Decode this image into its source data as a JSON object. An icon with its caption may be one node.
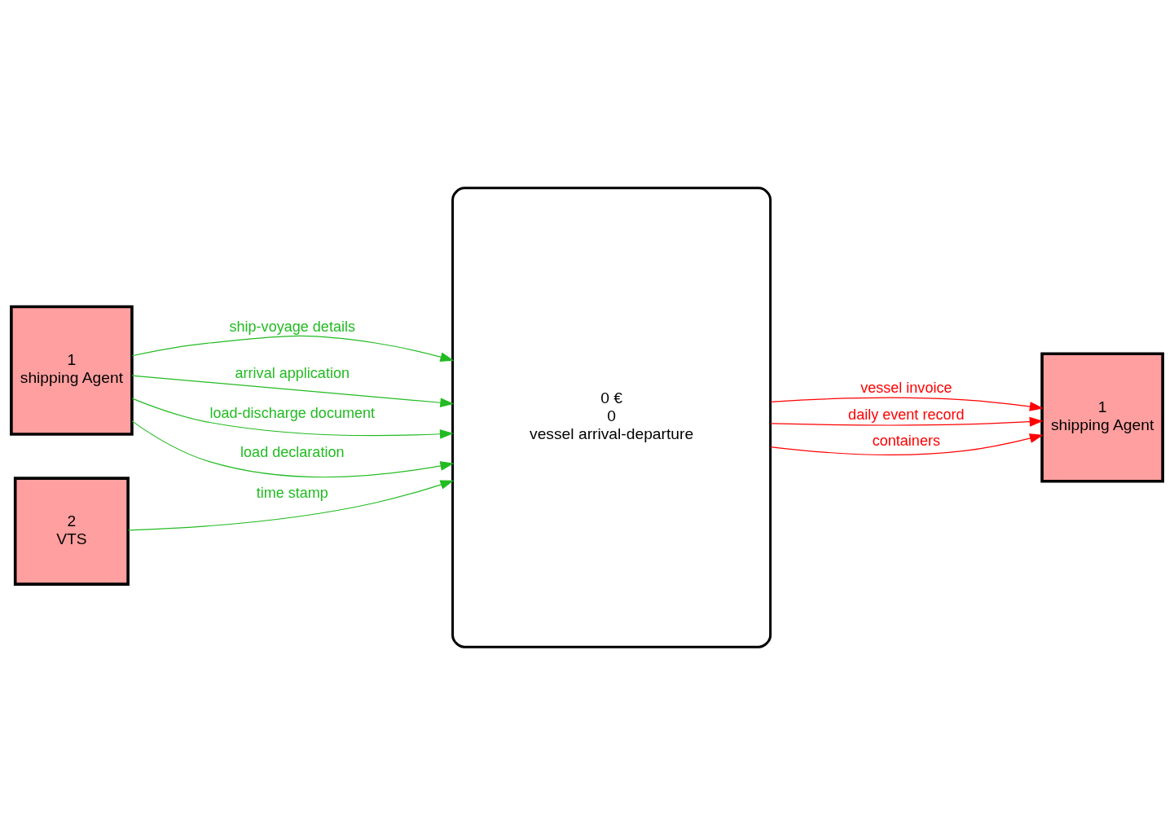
{
  "diagram": {
    "nodes": [
      {
        "text": [
          "1",
          "shipping Agent"
        ]
      },
      {
        "text": [
          "2",
          "VTS"
        ]
      },
      {
        "text": [
          "0 €",
          "0",
          "vessel arrival-departure"
        ]
      },
      {
        "text": [
          "1",
          "shipping Agent"
        ]
      }
    ],
    "edges": [
      {
        "from": 0,
        "to": 2,
        "arrow": "to",
        "label": "ship-voyage details"
      },
      {
        "from": 0,
        "to": 2,
        "arrow": "to",
        "label": "arrival application"
      },
      {
        "from": 0,
        "to": 2,
        "arrow": "to",
        "label": "load-discharge document"
      },
      {
        "from": 0,
        "to": 2,
        "arrow": "to",
        "label": "load declaration"
      },
      {
        "from": 1,
        "to": 2,
        "arrow": "to",
        "label": "time stamp"
      },
      {
        "from": 2,
        "to": 3,
        "arrow": "to",
        "label": "vessel invoice",
        "color": "#ff0000"
      },
      {
        "from": 2,
        "to": 3,
        "arrow": "to",
        "label": "daily event record",
        "color": "#ff0000"
      },
      {
        "from": 2,
        "to": 3,
        "arrow": "to",
        "label": "containers",
        "color": "#ff0000"
      }
    ]
  }
}
